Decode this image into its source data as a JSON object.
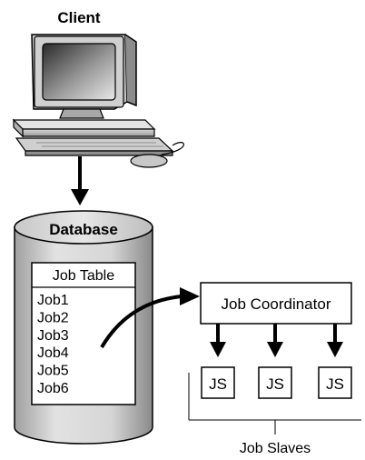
{
  "client": {
    "label": "Client"
  },
  "database": {
    "label": "Database",
    "job_table": {
      "header": "Job Table",
      "jobs": [
        "Job1",
        "Job2",
        "Job3",
        "Job4",
        "Job5",
        "Job6"
      ]
    }
  },
  "coordinator": {
    "label": "Job Coordinator"
  },
  "slaves": {
    "items": [
      "JS",
      "JS",
      "JS"
    ],
    "group_label": "Job Slaves"
  }
}
